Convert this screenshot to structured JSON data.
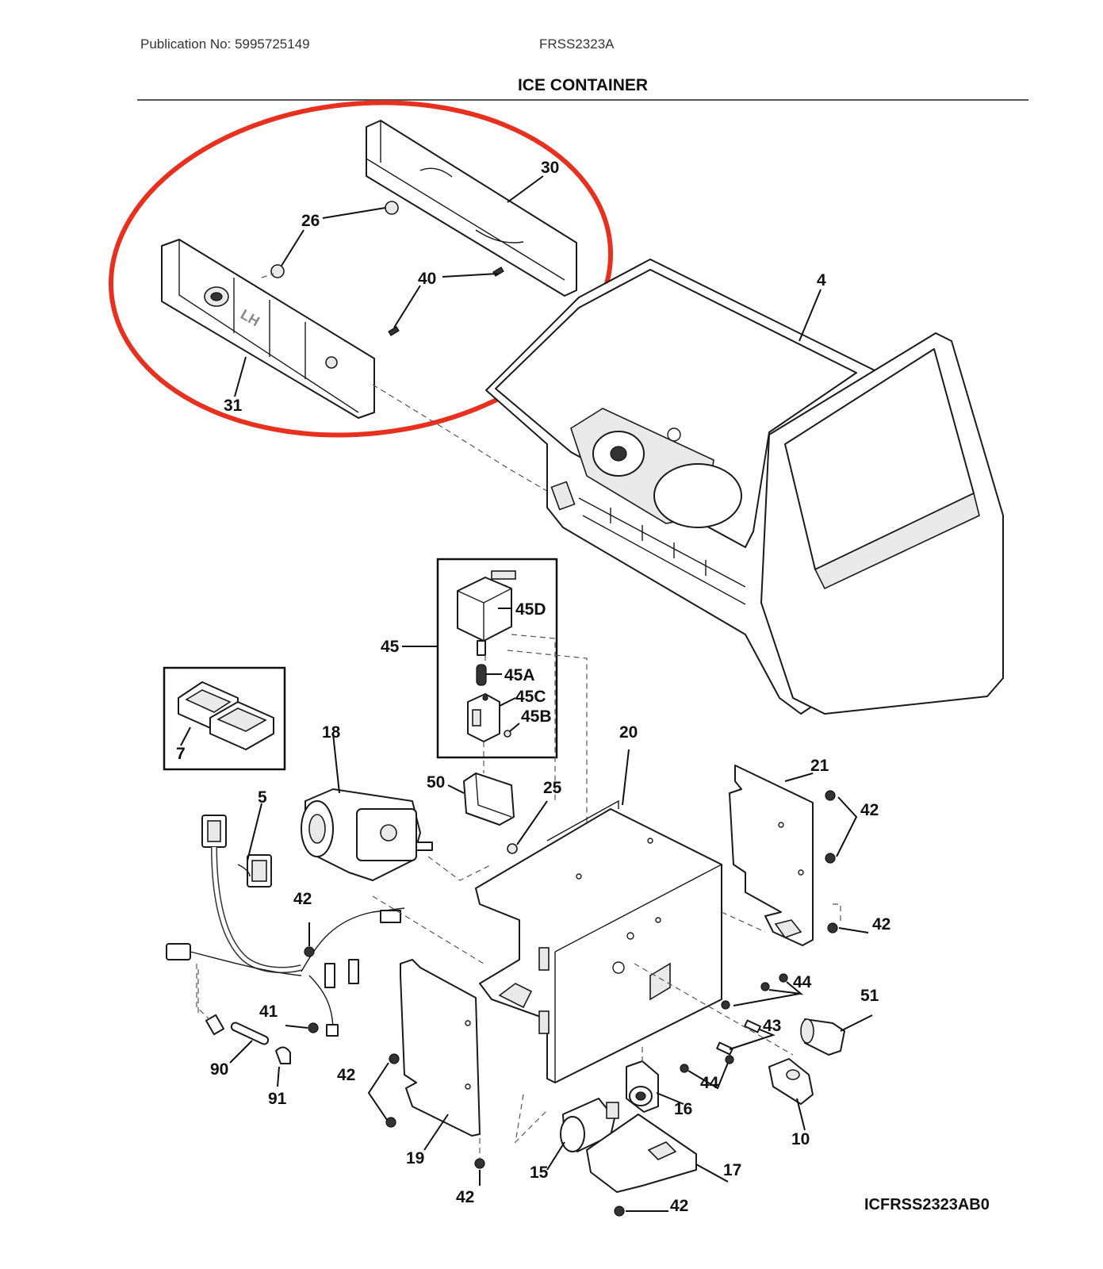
{
  "header": {
    "publication": "Publication No: 5995725149",
    "model": "FRSS2323A",
    "title": "ICE CONTAINER"
  },
  "diagram": {
    "code": "ICFRSS2323AB0",
    "highlight_color": "#e8301e",
    "part_labels": {
      "p30": "30",
      "p26": "26",
      "p40": "40",
      "p31": "31",
      "p4": "4",
      "p45": "45",
      "p45d": "45D",
      "p45a": "45A",
      "p45c": "45C",
      "p45b": "45B",
      "p7": "7",
      "p18": "18",
      "p20": "20",
      "p21": "21",
      "p5": "5",
      "p50": "50",
      "p25": "25",
      "p42a": "42",
      "p42b": "42",
      "p42c": "42",
      "p42d": "42",
      "p42e": "42",
      "p42f": "42",
      "p41": "41",
      "p90": "90",
      "p91": "91",
      "p19": "19",
      "p44a": "44",
      "p44b": "44",
      "p43": "43",
      "p51": "51",
      "p16": "16",
      "p10": "10",
      "p15": "15",
      "p17": "17"
    }
  }
}
